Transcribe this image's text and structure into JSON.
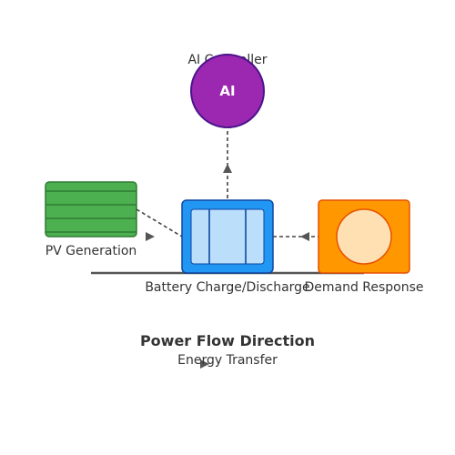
{
  "nodes": {
    "ai": {
      "label": "AI Controller",
      "badge": "AI"
    },
    "pv": {
      "label": "PV Generation"
    },
    "battery": {
      "label": "Battery Charge/Discharge"
    },
    "demand": {
      "label": "Demand Response"
    }
  },
  "legend": {
    "title": "Power Flow Direction",
    "subtitle": "Energy Transfer"
  },
  "colors": {
    "ai_fill": "#9c27b0",
    "ai_stroke": "#4a148c",
    "pv_fill": "#4caf50",
    "pv_stroke": "#2e7d32",
    "battery_fill": "#2196f3",
    "battery_stroke": "#0d47a1",
    "battery_inner": "#bbdefb",
    "demand_fill": "#ff9800",
    "demand_stroke": "#e65100",
    "demand_inner": "#ffe0b2",
    "connector": "#444444",
    "arrow": "#555555",
    "text": "#333333"
  }
}
